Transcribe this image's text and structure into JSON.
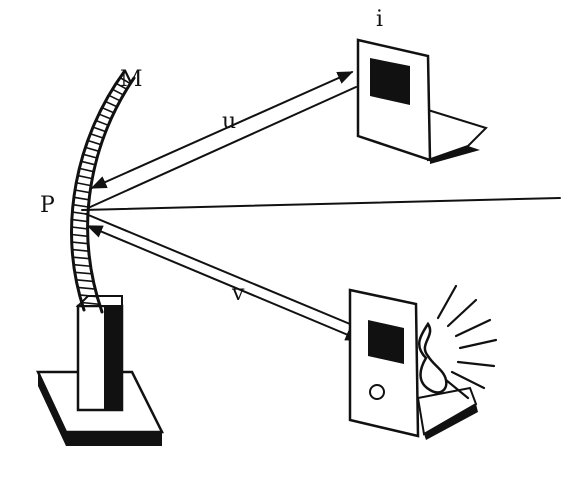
{
  "labels": {
    "mirror": "M",
    "pole": "P",
    "object_distance": "u",
    "image_distance": "v",
    "image": "i"
  }
}
